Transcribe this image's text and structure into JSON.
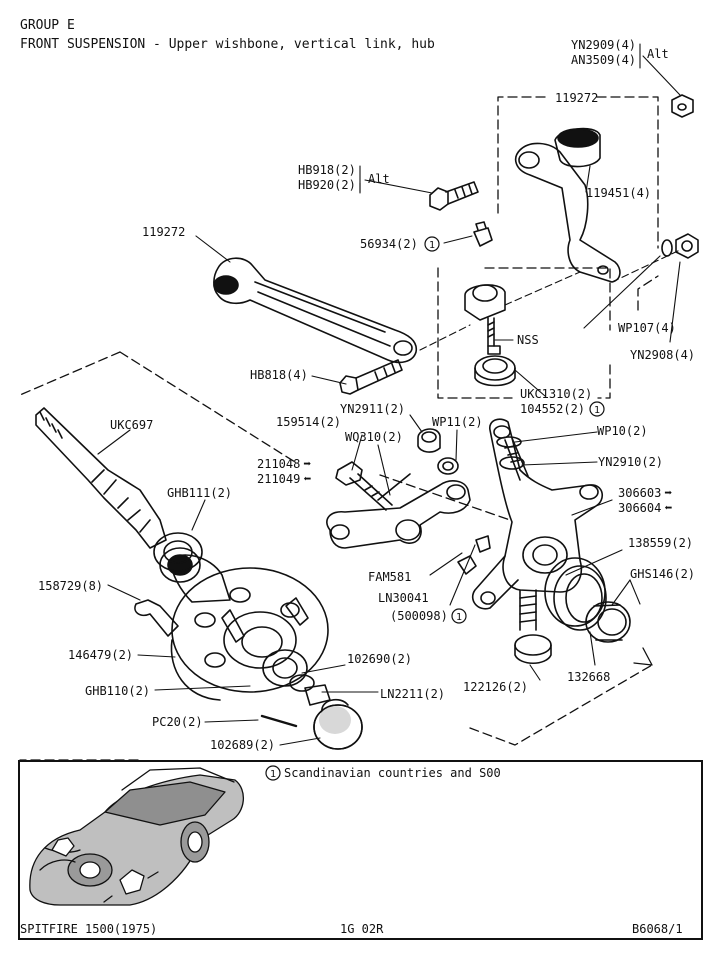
{
  "header": {
    "group": "GROUP E",
    "title": "FRONT SUSPENSION - Upper wishbone, vertical link, hub"
  },
  "labels": {
    "yn2909": "YN2909(4)",
    "an3509": "AN3509(4)",
    "alt_top": "Alt",
    "top_frame": "119272",
    "hb918": "HB918(2)",
    "hb920": "HB920(2)",
    "alt_mid": "Alt",
    "p119451": "119451(4)",
    "p119272_left": "119272",
    "p56934": "56934(2)",
    "nss": "NSS",
    "wp107": "WP107(4)",
    "yn2908": "YN2908(4)",
    "hb818": "HB818(4)",
    "ukc1310": "UKC1310(2)",
    "p104552": "104552(2)",
    "yn2911": "YN2911(2)",
    "p159514": "159514(2)",
    "wq310": "WQ310(2)",
    "wp11": "WP11(2)",
    "wp10": "WP10(2)",
    "ukc697": "UKC697",
    "p211048": "211048",
    "p211049": "211049",
    "yn2910": "YN2910(2)",
    "p306603": "306603",
    "p306604": "306604",
    "ghb111": "GHB111(2)",
    "p138559": "138559(2)",
    "ghs146": "GHS146(2)",
    "fam581": "FAM581",
    "ln30041": "LN30041",
    "p500098": "(500098)",
    "p158729": "158729(8)",
    "p146479": "146479(2)",
    "p102690": "102690(2)",
    "ghb110": "GHB110(2)",
    "ln2211": "LN2211(2)",
    "p122126": "122126(2)",
    "p132668": "132668",
    "pc20": "PC20(2)",
    "p102689": "102689(2)"
  },
  "markers": {
    "circle_note": "1"
  },
  "footer": {
    "note": "Scandinavian countries and S00",
    "model": "SPITFIRE 1500(1975)",
    "code": "1G 02R",
    "ref": "B6068/1"
  }
}
